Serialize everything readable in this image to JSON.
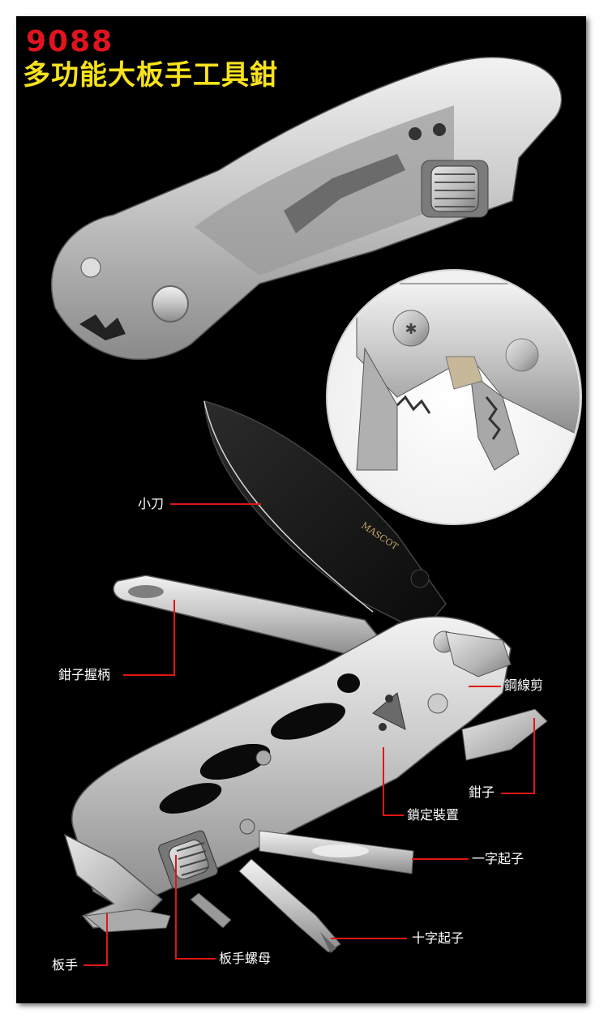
{
  "header": {
    "model": "9088",
    "title": "多功能大板手工具鉗"
  },
  "blade_text": "MASCOT",
  "labels": {
    "knife": "小刀",
    "plier_handle": "鉗子握柄",
    "wire_cutter": "鋼線剪",
    "pliers": "鉗子",
    "lock": "鎖定裝置",
    "flat_screwdriver": "一字起子",
    "phillips_screwdriver": "十字起子",
    "wrench": "板手",
    "wrench_nut": "板手螺母"
  },
  "colors": {
    "background": "#000000",
    "model": "#e0141e",
    "title": "#f7e21b",
    "leader_line": "#e01616",
    "label": "#ffffff"
  }
}
